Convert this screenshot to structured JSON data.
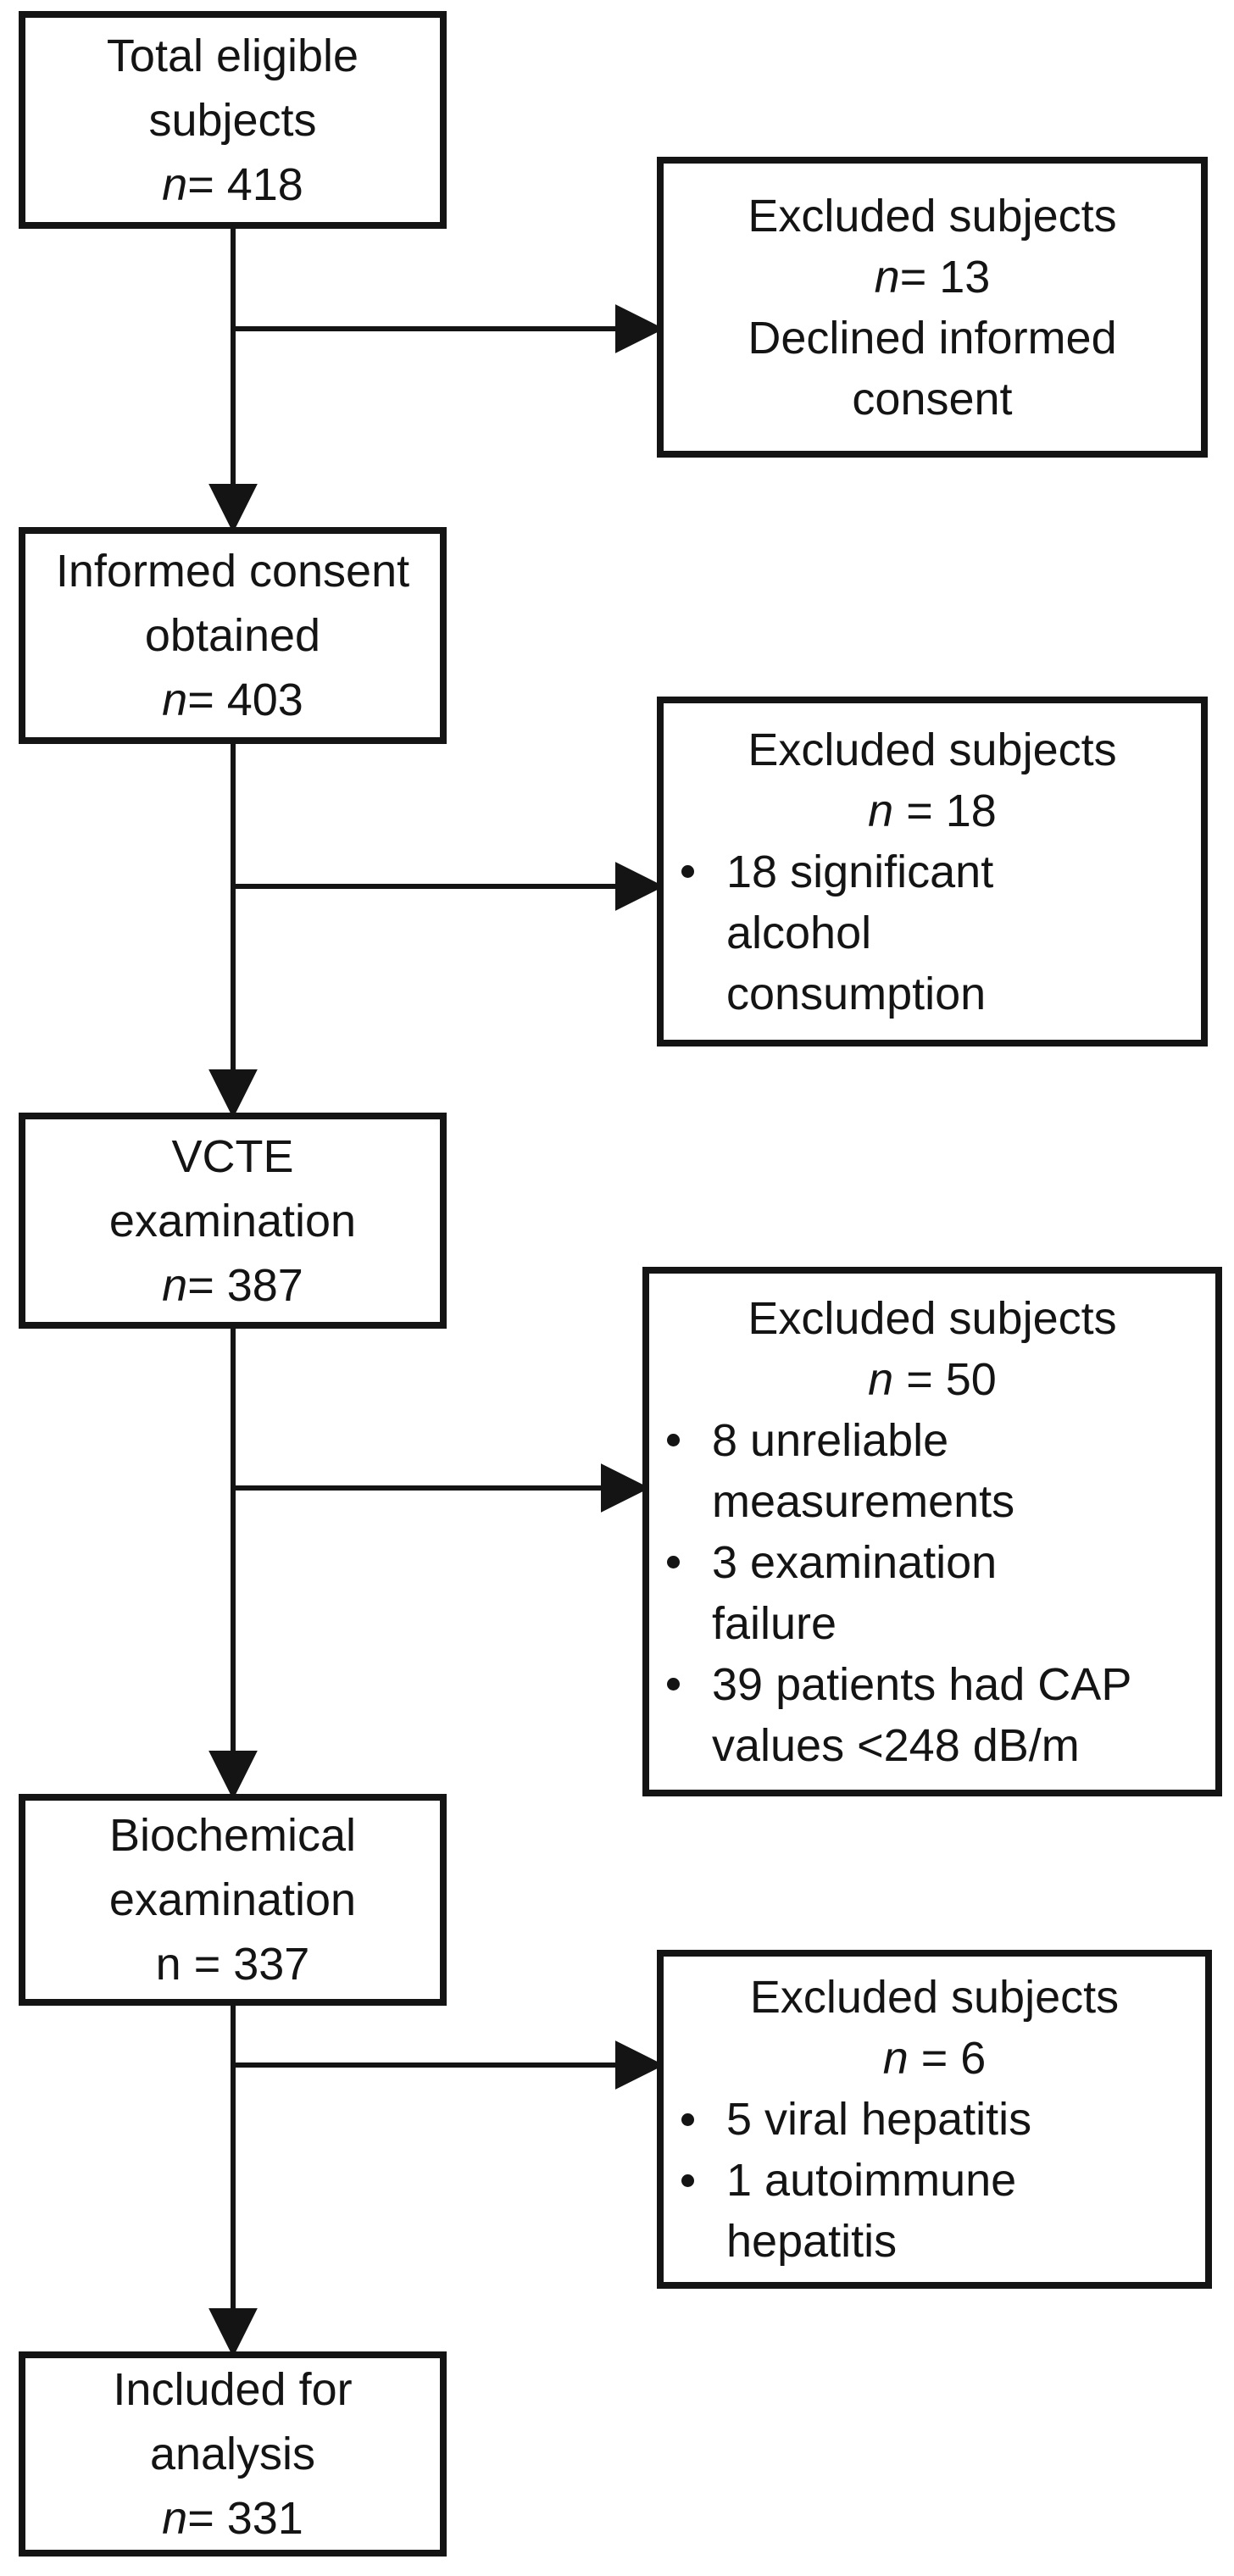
{
  "figure": {
    "kind": "study-enrollment-flowchart",
    "colors": {
      "background": "#ffffff",
      "border": "#141414",
      "text": "#141414",
      "connector": "#141414"
    }
  },
  "flowchart": {
    "main_boxes": [
      {
        "id": "total-eligible",
        "lines": [
          {
            "text": "Total eligible",
            "italic_n": false
          },
          {
            "text": "subjects",
            "italic_n": false
          },
          {
            "text": "n= 418",
            "italic_n": true
          }
        ]
      },
      {
        "id": "informed-consent",
        "lines": [
          {
            "text": "Informed consent",
            "italic_n": false
          },
          {
            "text": "obtained",
            "italic_n": false
          },
          {
            "text": "n= 403",
            "italic_n": true
          }
        ]
      },
      {
        "id": "vcte-examination",
        "lines": [
          {
            "text": "VCTE",
            "italic_n": false
          },
          {
            "text": "examination",
            "italic_n": false
          },
          {
            "text": "n= 387",
            "italic_n": true
          }
        ]
      },
      {
        "id": "biochemical-examination",
        "lines": [
          {
            "text": "Biochemical",
            "italic_n": false
          },
          {
            "text": "examination",
            "italic_n": false
          },
          {
            "text": "n = 337",
            "italic_n": false
          }
        ]
      },
      {
        "id": "included-for-analysis",
        "lines": [
          {
            "text": "Included for",
            "italic_n": false
          },
          {
            "text": "analysis",
            "italic_n": false
          },
          {
            "text": "n= 331",
            "italic_n": true
          }
        ]
      }
    ],
    "side_boxes": [
      {
        "id": "excluded-1",
        "title": "Excluded subjects",
        "n_line": {
          "text": "n= 13",
          "italic_n": true
        },
        "centered_lines": [
          "Declined informed",
          "consent"
        ],
        "bullets": []
      },
      {
        "id": "excluded-2",
        "title": "Excluded subjects",
        "n_line": {
          "text": "n = 18",
          "italic_n": true
        },
        "centered_lines": [],
        "bullets": [
          {
            "lines": [
              "18 significant",
              "alcohol",
              "consumption"
            ]
          }
        ]
      },
      {
        "id": "excluded-3",
        "title": "Excluded subjects",
        "n_line": {
          "text": "n = 50",
          "italic_n": true
        },
        "centered_lines": [],
        "bullets": [
          {
            "lines": [
              "8 unreliable",
              "measurements"
            ]
          },
          {
            "lines": [
              "3 examination",
              "failure"
            ]
          },
          {
            "lines": [
              "39 patients had CAP",
              "values <248 dB/m"
            ]
          }
        ]
      },
      {
        "id": "excluded-4",
        "title": "Excluded subjects",
        "n_line": {
          "text": "n = 6",
          "italic_n": true
        },
        "centered_lines": [],
        "bullets": [
          {
            "lines": [
              "5 viral hepatitis"
            ]
          },
          {
            "lines": [
              "1 autoimmune",
              "hepatitis"
            ]
          }
        ]
      }
    ]
  }
}
